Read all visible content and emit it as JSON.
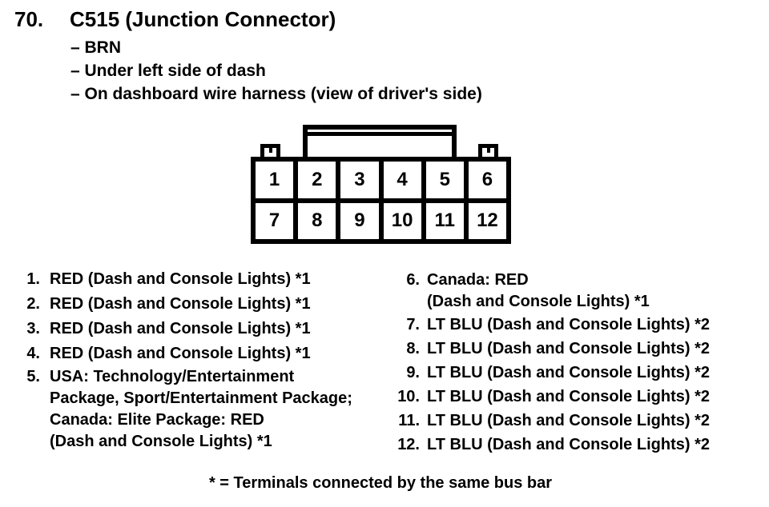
{
  "colors": {
    "ink": "#000000",
    "paper": "#ffffff"
  },
  "header": {
    "item_number": "70.",
    "title": "C515 (Junction Connector)"
  },
  "details": {
    "lines": [
      "– BRN",
      "– Under left side of dash",
      "– On dashboard wire harness (view of driver's side)"
    ]
  },
  "connector": {
    "pins": [
      "1",
      "2",
      "3",
      "4",
      "5",
      "6",
      "7",
      "8",
      "9",
      "10",
      "11",
      "12"
    ]
  },
  "pin_list": {
    "left": [
      {
        "num": "1.",
        "lines": [
          "RED (Dash and Console Lights) *1"
        ]
      },
      {
        "num": "2.",
        "lines": [
          "RED (Dash and Console Lights) *1"
        ]
      },
      {
        "num": "3.",
        "lines": [
          "RED (Dash and Console Lights) *1"
        ]
      },
      {
        "num": "4.",
        "lines": [
          "RED (Dash and Console Lights) *1"
        ]
      },
      {
        "num": "5.",
        "lines": [
          "USA: Technology/Entertainment",
          "Package, Sport/Entertainment Package;",
          "Canada: Elite Package: RED",
          "(Dash and Console Lights) *1"
        ]
      }
    ],
    "right": [
      {
        "num": "6.",
        "lines": [
          "Canada: RED",
          "(Dash and Console Lights) *1"
        ]
      },
      {
        "num": "7.",
        "lines": [
          "LT BLU (Dash and Console Lights) *2"
        ]
      },
      {
        "num": "8.",
        "lines": [
          "LT BLU (Dash and Console Lights) *2"
        ]
      },
      {
        "num": "9.",
        "lines": [
          "LT BLU (Dash and Console Lights) *2"
        ]
      },
      {
        "num": "10.",
        "lines": [
          "LT BLU (Dash and Console Lights) *2"
        ]
      },
      {
        "num": "11.",
        "lines": [
          "LT BLU (Dash and Console Lights) *2"
        ]
      },
      {
        "num": "12.",
        "lines": [
          "LT BLU (Dash and Console Lights) *2"
        ]
      }
    ]
  },
  "footnote": "* = Terminals connected by the same bus bar"
}
